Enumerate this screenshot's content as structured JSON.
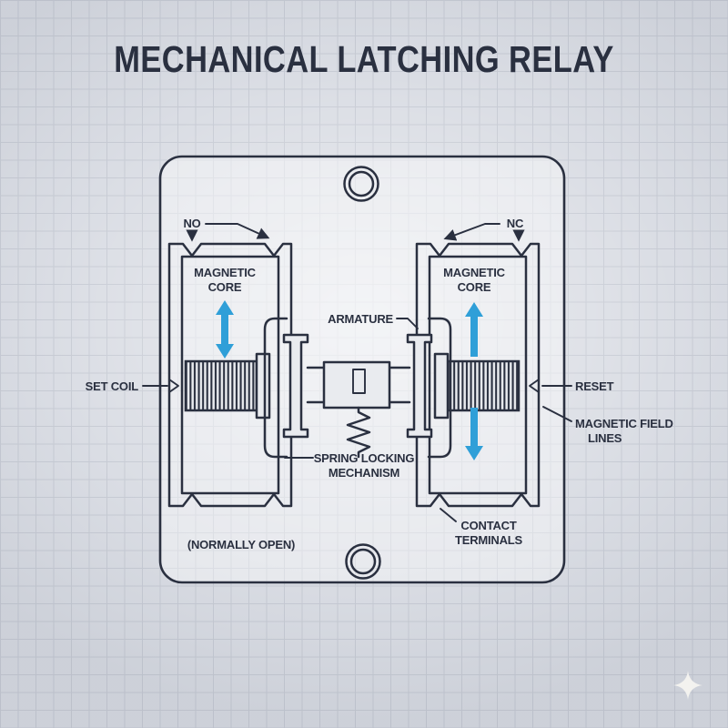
{
  "title": "MECHANICAL LATCHING RELAY",
  "labels": {
    "no": "NO",
    "nc": "NC",
    "magnetic_core": [
      "MAGNETIC",
      "CORE"
    ],
    "armature": "ARMATURE",
    "set_coil": "SET COIL",
    "reset": "RESET",
    "magnetic_field_lines": [
      "MAGNETIC FIELD",
      "LINES"
    ],
    "spring_locking": [
      "SPRING LOCKING",
      "MECHANISM"
    ],
    "normally_open": "(NORMALLY OPEN)",
    "contact_terminals": [
      "CONTACT",
      "TERMINALS"
    ]
  },
  "colors": {
    "line": "#2a3040",
    "accent_blue": "#2f9fd8",
    "background": "#dadde4",
    "grid": "#c7cbd4"
  },
  "icons": {
    "watermark": "sparkle-icon"
  }
}
